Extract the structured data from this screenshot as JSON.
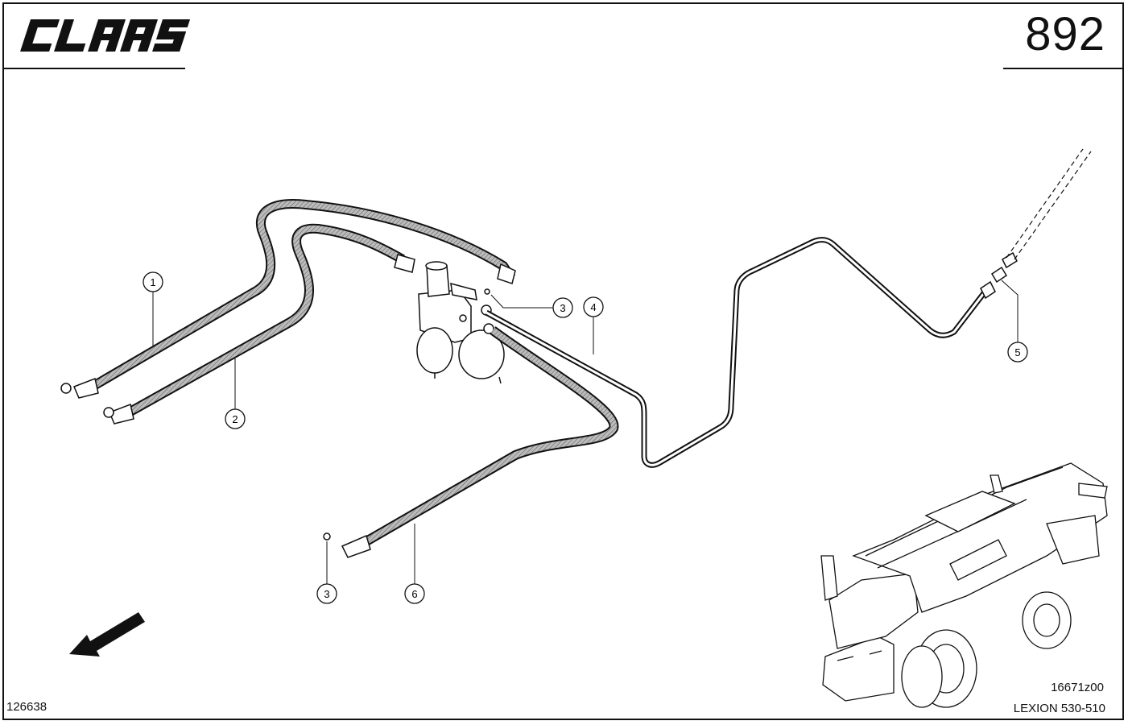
{
  "header": {
    "logo_text": "CLAAS",
    "page_number": "892"
  },
  "footer": {
    "document_id": "126638",
    "illustration_code": "16671z00",
    "model": "LEXION 530-510"
  },
  "callouts": [
    {
      "label": "1"
    },
    {
      "label": "2"
    },
    {
      "label": "3"
    },
    {
      "label": "4"
    },
    {
      "label": "5"
    },
    {
      "label": "3"
    },
    {
      "label": "6"
    }
  ],
  "colors": {
    "line": "#111111",
    "background": "#ffffff"
  }
}
